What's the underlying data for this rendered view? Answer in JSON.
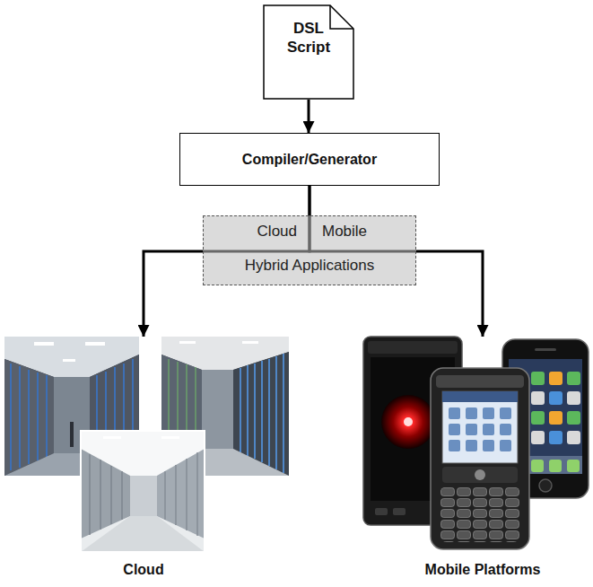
{
  "diagram": {
    "nodes": [
      {
        "text": [
          "DSL Script"
        ]
      },
      {
        "text": [
          "Compiler/Generator"
        ]
      },
      {
        "text": [
          "Cloud",
          "Mobile",
          "Hybrid Applications"
        ]
      },
      {
        "text": [
          "Cloud"
        ]
      },
      {
        "text": [
          "Mobile Platforms"
        ]
      }
    ],
    "edges": [
      {
        "from": 0,
        "to": 1,
        "arrow": "to"
      },
      {
        "from": 1,
        "to": 3,
        "arrow": "to"
      },
      {
        "from": 1,
        "to": 4,
        "arrow": "to"
      }
    ]
  }
}
